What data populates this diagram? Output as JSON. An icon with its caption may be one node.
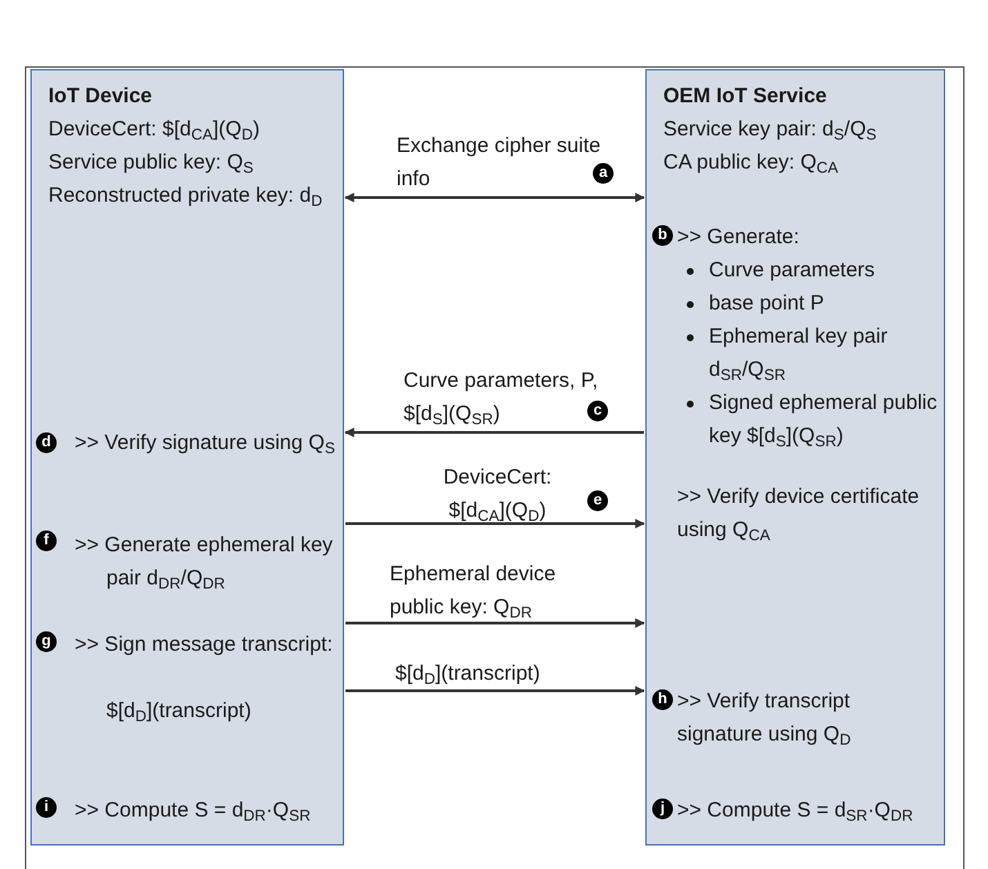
{
  "diagram": {
    "nodes": [
      {
        "text": [
          "IoT Device",
          "DeviceCert: $[d$_{CA}$](Q$_{D}$)",
          "Service public key: Q$_{S}$",
          "Reconstructed private key: d$_{D}$",
          ">> Verify signature using Q$_{S}$",
          ">> Generate ephemeral key pair d$_{DR}$/Q$_{DR}$",
          ">> Sign message transcript:",
          "$[d$_{D}$](transcript)",
          ">> Compute S = d$_{DR}$·Q$_{SR}$"
        ]
      },
      {
        "text": [
          "OEM IoT Service",
          "Service key pair: d$_{S}$/Q$_{S}$",
          "CA public key: Q$_{CA}$",
          ">> Generate:",
          "Curve parameters",
          "base point P",
          "Ephemeral key pair d$_{SR}$/Q$_{SR}$",
          "Signed ephemeral public key $[d$_{S}$](Q$_{SR}$)",
          ">> Verify device certificate using Q$_{CA}$",
          ">> Verify transcript signature using Q$_{D}$",
          ">> Compute S = d$_{SR}$·Q$_{DR}$"
        ]
      }
    ],
    "edges": [
      {
        "from": 0,
        "to": 1,
        "arrow": "both",
        "label": "Exchange cipher suite info"
      },
      {
        "from": 1,
        "to": 0,
        "arrow": "to",
        "label": "Curve parameters, P, $[d$_{S}$](Q$_{SR}$)"
      },
      {
        "from": 0,
        "to": 1,
        "arrow": "to",
        "label": "DeviceCert: $[d$_{CA}$](Q$_{D}$)"
      },
      {
        "from": 0,
        "to": 1,
        "arrow": "to",
        "label": "Ephemeral device public key: Q$_{DR}$"
      },
      {
        "from": 0,
        "to": 1,
        "arrow": "to",
        "label": "$[d$_{D}$](transcript)"
      }
    ],
    "labels": [
      "a",
      "b",
      "c",
      "d",
      "e",
      "f",
      "g",
      "h",
      "i",
      "j"
    ]
  }
}
